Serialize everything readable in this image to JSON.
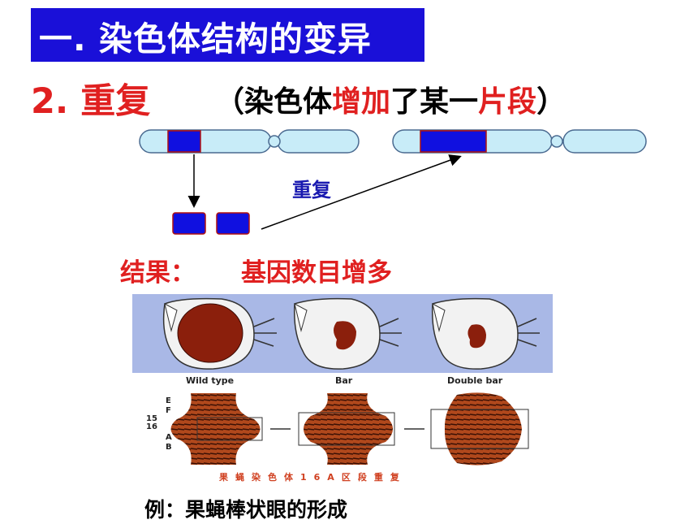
{
  "title": "一. 染色体结构的变异",
  "section": {
    "number": "2. 重复",
    "note_open": "（染色体",
    "note_red1": "增加",
    "note_mid": "了某一",
    "note_red2": "片段",
    "note_close": "）"
  },
  "diagram": {
    "duplication_label": "重复"
  },
  "result": {
    "label": "结果：",
    "value": "基因数目增多"
  },
  "eye_figure": {
    "captions": [
      "Wild type",
      "Bar",
      "Double bar"
    ]
  },
  "band_figure": {
    "markers": [
      "E",
      "F",
      "15",
      "16",
      "A",
      "B"
    ],
    "caption": "果蝇染色体16A区段重复"
  },
  "example": "例：果蝇棒状眼的形成",
  "colors": {
    "title_bg": "#1a10d8",
    "accent_red": "#e02020",
    "segment_blue": "#1010e0",
    "chromosome": "#c8ecf8"
  }
}
